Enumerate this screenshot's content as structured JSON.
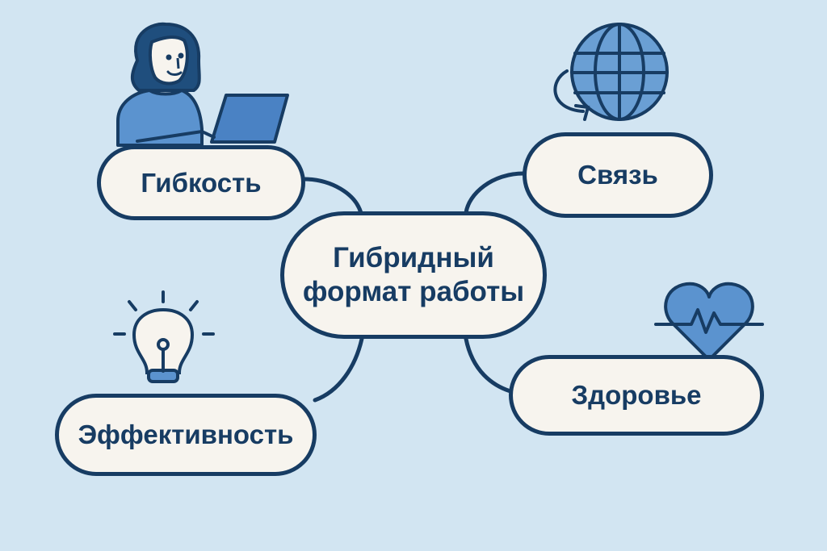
{
  "diagram": {
    "type": "mind-map",
    "center": {
      "line1": "Гибридный",
      "line2": "формат работы"
    },
    "branches": [
      {
        "label": "Гибкость",
        "icon": "person-laptop-icon"
      },
      {
        "label": "Связь",
        "icon": "globe-icon"
      },
      {
        "label": "Эффективность",
        "icon": "lightbulb-icon"
      },
      {
        "label": "Здоровье",
        "icon": "heart-pulse-icon"
      }
    ]
  },
  "colors": {
    "background": "#d2e5f2",
    "node_fill": "#f7f4ee",
    "outline": "#173c63",
    "accent": "#5b93cf"
  }
}
